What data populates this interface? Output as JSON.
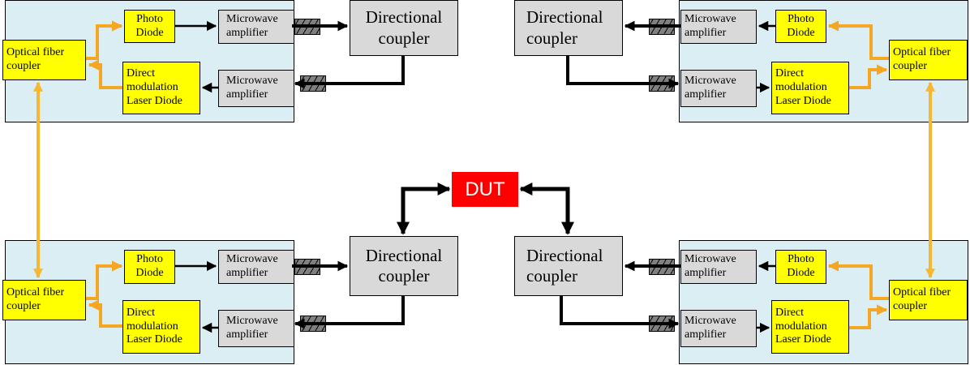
{
  "labels": {
    "photo_diode": "Photo\nDiode",
    "microwave_amplifier": "Microwave\namplifier",
    "optical_fiber_coupler": "Optical fiber\ncoupler",
    "direct_modulation_laser_diode": "Direct\nmodulation\nLaser Diode",
    "directional_coupler": "Directional\ncoupler",
    "dut": "DUT"
  },
  "colors": {
    "panel_fill": "#dbeef3",
    "component_yellow": "#ffff00",
    "component_grey": "#d9d9d9",
    "dut_red": "#ff0000",
    "optical_path": "#f5a623",
    "fiber_link": "#f7b731",
    "electrical_path": "#000000"
  }
}
